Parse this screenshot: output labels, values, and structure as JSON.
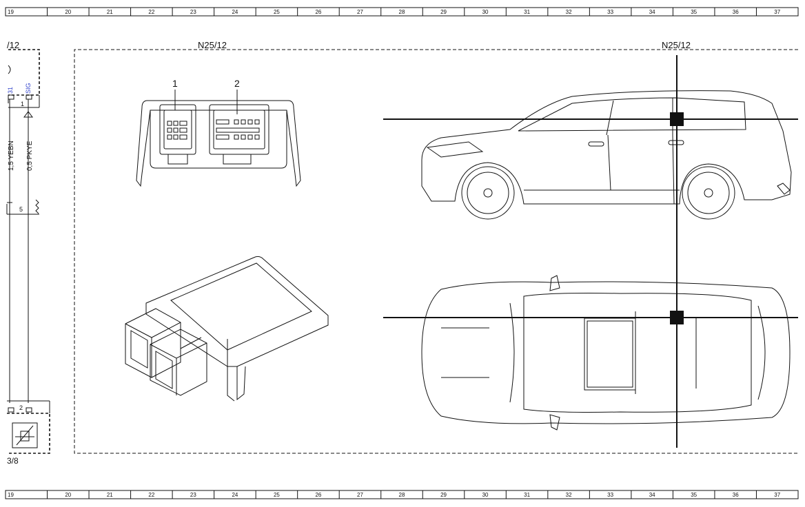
{
  "ruler": {
    "numbers": [
      "19",
      "20",
      "21",
      "22",
      "23",
      "24",
      "25",
      "26",
      "27",
      "28",
      "29",
      "30",
      "31",
      "32",
      "33",
      "34",
      "35",
      "36",
      "37"
    ]
  },
  "left_circuit": {
    "component_label": "/12",
    "pin_31": "31",
    "pin_sig": "SIG",
    "pin_1": "1",
    "wire_1": "1,5 YEBN",
    "wire_2": "0,5 PKYE",
    "pin_5": "5",
    "pin_2": "2",
    "bottom_ref": "3/8"
  },
  "connector_view": {
    "title": "N25/12",
    "connector_1": "1",
    "connector_2": "2"
  },
  "vehicle_view": {
    "title": "N25/12"
  },
  "colors": {
    "ink": "#111111",
    "pin_label": "#3344cc"
  }
}
